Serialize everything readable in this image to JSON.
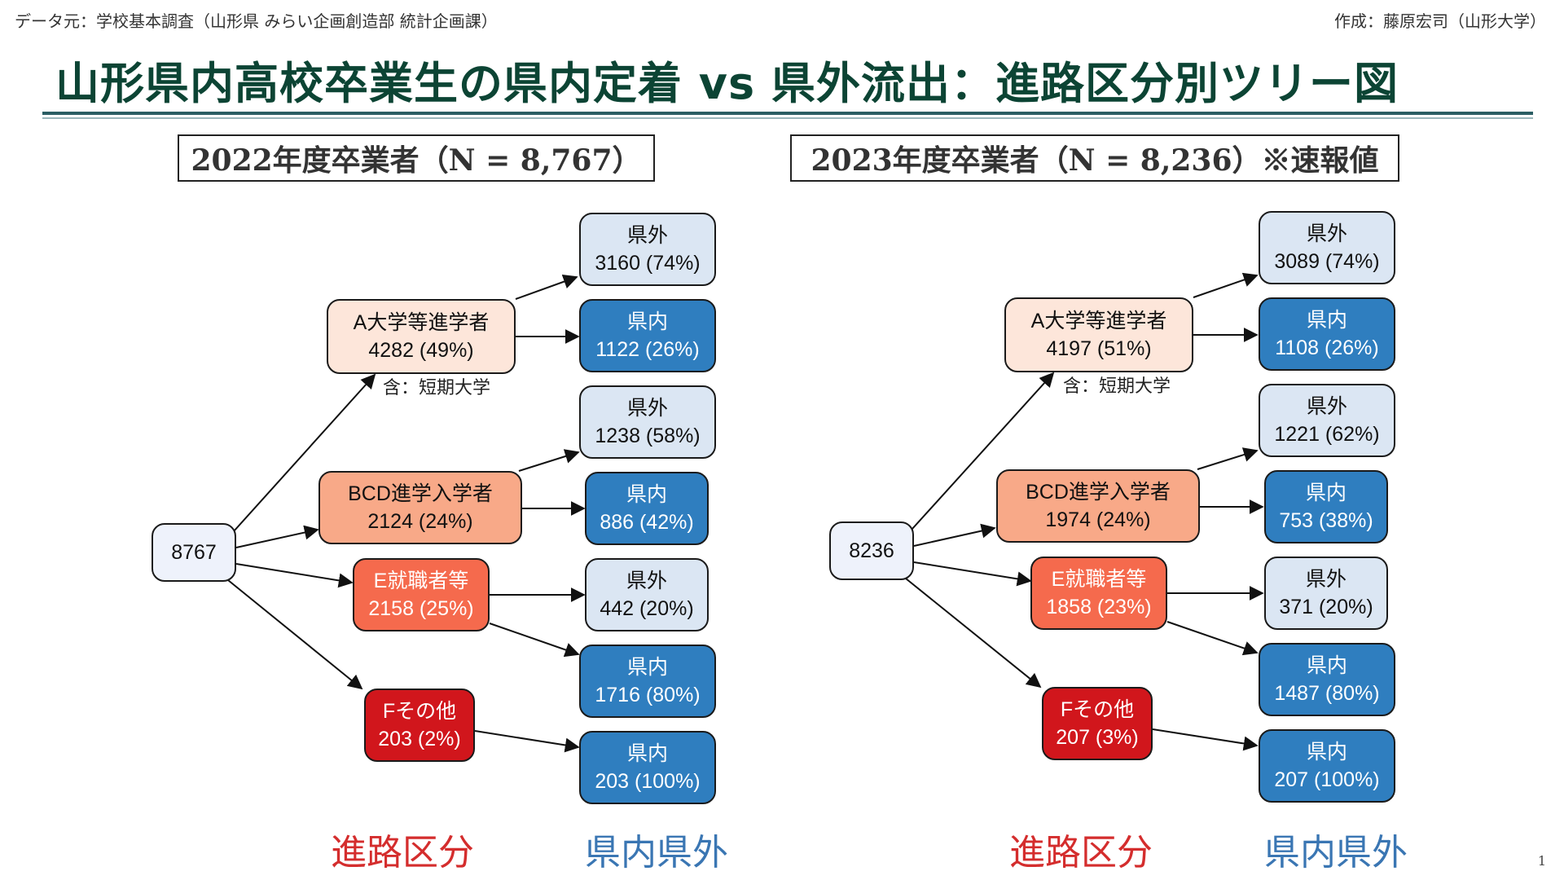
{
  "source": "データ元：学校基本調査（山形県 みらい企画創造部 統計企画課）",
  "author": "作成：藤原宏司（山形大学）",
  "title": "山形県内高校卒業生の県内定着 vs 県外流出：進路区分別ツリー図",
  "page_number": "1",
  "colors": {
    "title": "#0c4434",
    "root": "#eef2fb",
    "cat_a": "#fde6da",
    "cat_bcd": "#f8a988",
    "cat_e": "#f56a4d",
    "cat_f": "#d1161c",
    "outside": "#dbe6f3",
    "inside": "#2f7ebf",
    "legend_category": "#d42d2d",
    "legend_location": "#3a76b3"
  },
  "panels": [
    {
      "title": "2022年度卒業者（N = 8,767）",
      "root": "8767",
      "note": "含：短期大学",
      "legend_category": "進路区分",
      "legend_location": "県内県外",
      "categories": [
        {
          "label": "A大学等進学者",
          "value": "4282 (49%)"
        },
        {
          "label": "BCD進学入学者",
          "value": "2124 (24%)"
        },
        {
          "label": "E就職者等",
          "value": "2158 (25%)"
        },
        {
          "label": "Fその他",
          "value": "203 (2%)"
        }
      ],
      "leaves": [
        {
          "label": "県外",
          "value": "3160 (74%)"
        },
        {
          "label": "県内",
          "value": "1122 (26%)"
        },
        {
          "label": "県外",
          "value": "1238 (58%)"
        },
        {
          "label": "県内",
          "value": "886 (42%)"
        },
        {
          "label": "県外",
          "value": "442 (20%)"
        },
        {
          "label": "県内",
          "value": "1716 (80%)"
        },
        {
          "label": "県内",
          "value": "203 (100%)"
        }
      ]
    },
    {
      "title": "2023年度卒業者（N = 8,236）※速報値",
      "root": "8236",
      "note": "含：短期大学",
      "legend_category": "進路区分",
      "legend_location": "県内県外",
      "categories": [
        {
          "label": "A大学等進学者",
          "value": "4197 (51%)"
        },
        {
          "label": "BCD進学入学者",
          "value": "1974 (24%)"
        },
        {
          "label": "E就職者等",
          "value": "1858 (23%)"
        },
        {
          "label": "Fその他",
          "value": "207 (3%)"
        }
      ],
      "leaves": [
        {
          "label": "県外",
          "value": "3089 (74%)"
        },
        {
          "label": "県内",
          "value": "1108 (26%)"
        },
        {
          "label": "県外",
          "value": "1221 (62%)"
        },
        {
          "label": "県内",
          "value": "753 (38%)"
        },
        {
          "label": "県外",
          "value": "371 (20%)"
        },
        {
          "label": "県内",
          "value": "1487 (80%)"
        },
        {
          "label": "県内",
          "value": "207 (100%)"
        }
      ]
    }
  ]
}
